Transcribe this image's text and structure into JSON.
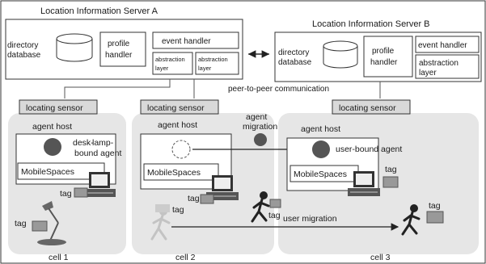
{
  "servers": {
    "a": {
      "title": "Location Information Server A",
      "directory_label_1": "directory",
      "directory_label_2": "database",
      "profile_label_1": "profile",
      "profile_label_2": "handler",
      "event_handler": "event handler",
      "abstraction_1_line1": "abstraction",
      "abstraction_1_line2": "layer",
      "abstraction_2_line1": "abstraction",
      "abstraction_2_line2": "layer"
    },
    "b": {
      "title": "Location Information Server B",
      "directory_label_1": "directory",
      "directory_label_2": "database",
      "profile_label_1": "profile",
      "profile_label_2": "handler",
      "event_handler": "event handler",
      "abstraction_line1": "abstraction",
      "abstraction_line2": "layer"
    }
  },
  "p2p_label": "peer-to-peer communication",
  "sensor_label": "locating sensor",
  "agent_host_label": "agent host",
  "mobilespaces_label": "MobileSpaces",
  "tag_label": "tag",
  "desk_agent_line1": "desk-",
  "desk_agent_line2": "bound agent",
  "desk_agent_lamp": "lamp-",
  "user_bound_agent": "user-bound agent",
  "agent_migration_line1": "agent",
  "agent_migration_line2": "migration",
  "user_migration": "user migration",
  "cells": {
    "c1": "cell 1",
    "c2": "cell 2",
    "c3": "cell 3"
  },
  "colors": {
    "cell_fill": "#e6e6e6",
    "sensor_fill": "#d9d9d9",
    "agent_fill": "#555555",
    "tag_fill": "#999999"
  }
}
